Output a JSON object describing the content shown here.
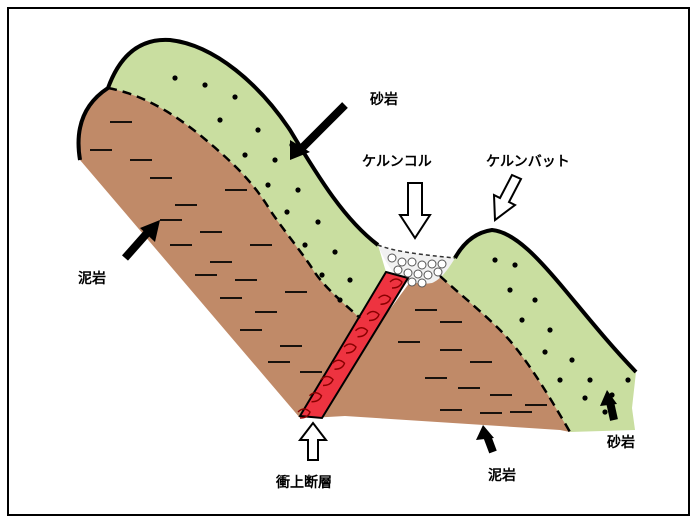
{
  "labels": {
    "sandstone_top": "砂岩",
    "mudstone_left": "泥岩",
    "kerun_col": "ケルンコル",
    "kerun_butt": "ケルンバット",
    "thrust_fault": "衝上断層",
    "mudstone_right": "泥岩",
    "sandstone_right": "砂岩"
  },
  "colors": {
    "sandstone": "#c9dea0",
    "mudstone": "#c08a68",
    "fault": "#ee3340",
    "gravel": "#f1f1f1"
  }
}
